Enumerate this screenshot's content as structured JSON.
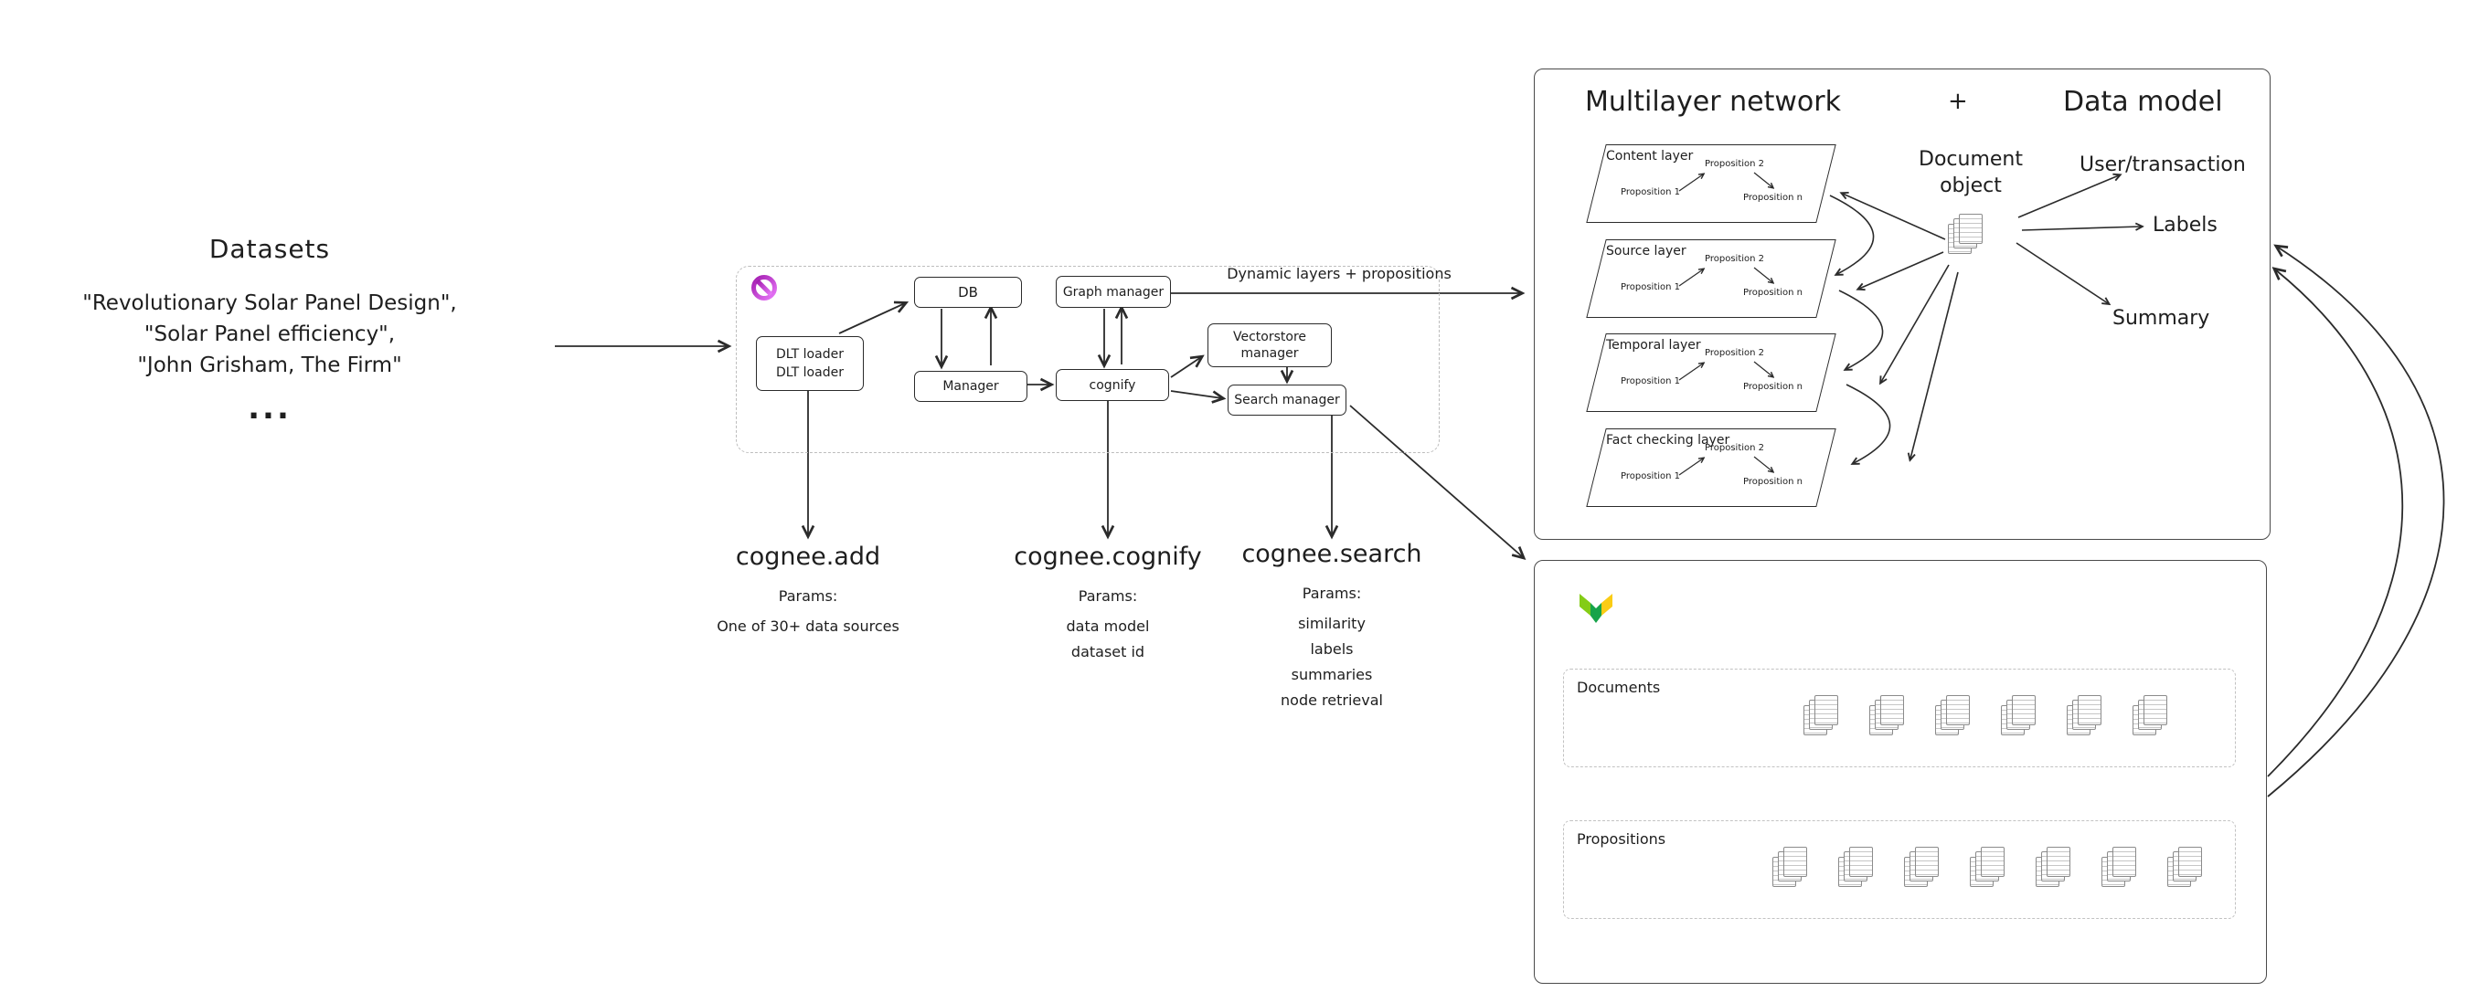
{
  "canvas": {
    "background": "#ffffff",
    "ink": "#2b2b2b"
  },
  "datasets": {
    "title": "Datasets",
    "lines": [
      "\"Revolutionary Solar Panel Design\",",
      "\"Solar Panel efficiency\",",
      "\"John Grisham, The Firm\""
    ],
    "ellipsis": "..."
  },
  "pipeline": {
    "boxes": {
      "db": "DB",
      "graph_manager": "Graph manager",
      "dlt_loader_line1": "DLT loader",
      "dlt_loader_line2": "DLT loader",
      "manager": "Manager",
      "cognify": "cognify",
      "vectorstore_line1": "Vectorstore",
      "vectorstore_line2": "manager",
      "search_manager": "Search manager"
    },
    "output_arrow_label": "Dynamic layers + propositions"
  },
  "api": {
    "add": {
      "title": "cognee.add",
      "params_heading": "Params:",
      "params": [
        "One of 30+ data sources"
      ]
    },
    "cognify": {
      "title": "cognee.cognify",
      "params_heading": "Params:",
      "params": [
        "data model",
        "dataset id"
      ]
    },
    "search": {
      "title": "cognee.search",
      "params_heading": "Params:",
      "params": [
        "similarity",
        "labels",
        "summaries",
        "node retrieval"
      ]
    }
  },
  "multilayer": {
    "title": "Multilayer network",
    "plus": "+",
    "subtitle": "Data model",
    "layers": [
      {
        "label": "Content layer"
      },
      {
        "label": "Source layer"
      },
      {
        "label": "Temporal layer"
      },
      {
        "label": "Fact checking layer"
      }
    ],
    "propositions": {
      "p1": "Proposition 1",
      "p2": "Proposition 2",
      "pn": "Proposition n"
    },
    "document_object": {
      "line1": "Document",
      "line2": "object"
    },
    "outputs": [
      "User/transaction",
      "Labels",
      "Summary"
    ]
  },
  "vectorstore": {
    "documents": {
      "label": "Documents",
      "stack_count": 6
    },
    "propositions": {
      "label": "Propositions",
      "stack_count": 7
    }
  },
  "colors": {
    "prohibited": "#c026d3",
    "weaviate_green": "#16a34a",
    "weaviate_lime": "#84cc16",
    "weaviate_yellow": "#facc15"
  }
}
